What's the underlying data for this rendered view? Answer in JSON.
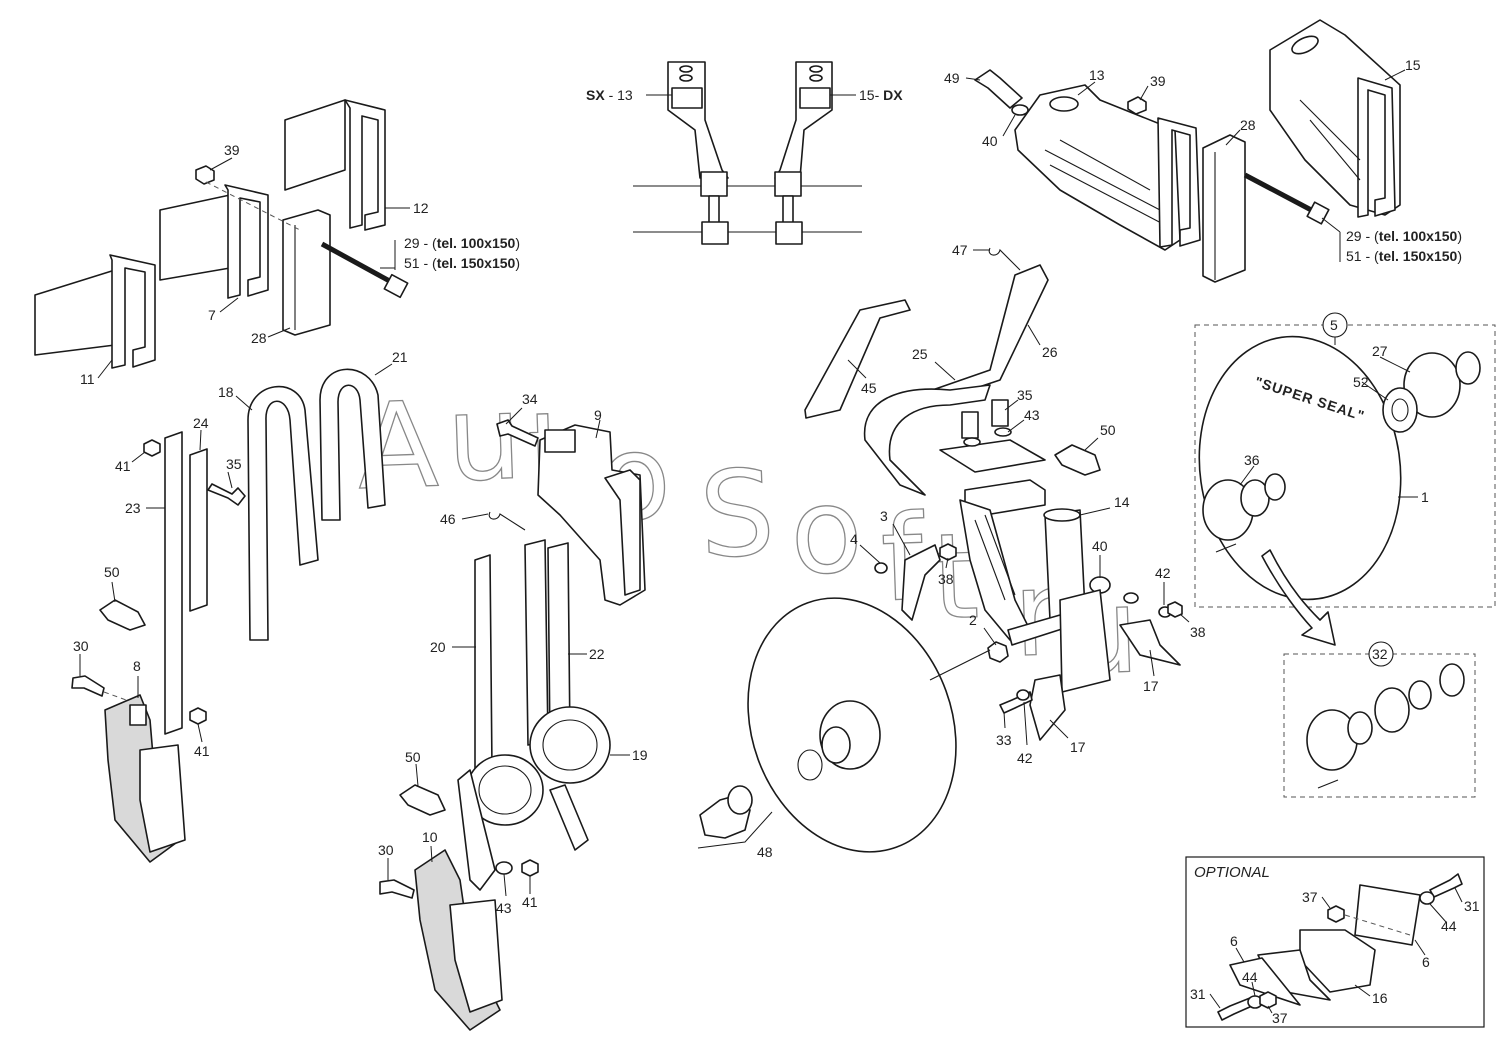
{
  "watermark": "AutoSoft.ru",
  "headers": {
    "left_side": {
      "code": "SX",
      "part": "13",
      "sep": " - "
    },
    "right_side": {
      "part": "15",
      "code": "DX",
      "sep": "- "
    }
  },
  "spec_lines": {
    "left": [
      {
        "prefix": "29 - (",
        "bold": "tel. 100x150",
        "suffix": ")"
      },
      {
        "prefix": "51 - (",
        "bold": "tel. 150x150",
        "suffix": ")"
      }
    ],
    "right": [
      {
        "prefix": "29 - (",
        "bold": "tel. 100x150",
        "suffix": ")"
      },
      {
        "prefix": "51 - (",
        "bold": "tel. 150x150",
        "suffix": ")"
      }
    ]
  },
  "disc_text": "\"SUPER SEAL\"",
  "optional_box": {
    "title": "OPTIONAL"
  },
  "callouts": [
    {
      "id": "c39a",
      "label": "39"
    },
    {
      "id": "c12",
      "label": "12"
    },
    {
      "id": "c7",
      "label": "7"
    },
    {
      "id": "c28a",
      "label": "28"
    },
    {
      "id": "c11",
      "label": "11"
    },
    {
      "id": "c13b",
      "label": "13"
    },
    {
      "id": "c49",
      "label": "49"
    },
    {
      "id": "c39b",
      "label": "39"
    },
    {
      "id": "c40a",
      "label": "40"
    },
    {
      "id": "c28b",
      "label": "28"
    },
    {
      "id": "c15b",
      "label": "15"
    },
    {
      "id": "c21",
      "label": "21"
    },
    {
      "id": "c18",
      "label": "18"
    },
    {
      "id": "c24",
      "label": "24"
    },
    {
      "id": "c41a",
      "label": "41"
    },
    {
      "id": "c35a",
      "label": "35"
    },
    {
      "id": "c23",
      "label": "23"
    },
    {
      "id": "c50a",
      "label": "50"
    },
    {
      "id": "c30a",
      "label": "30"
    },
    {
      "id": "c8",
      "label": "8"
    },
    {
      "id": "c41b",
      "label": "41"
    },
    {
      "id": "c34",
      "label": "34"
    },
    {
      "id": "c9",
      "label": "9"
    },
    {
      "id": "c46",
      "label": "46"
    },
    {
      "id": "c20",
      "label": "20"
    },
    {
      "id": "c22",
      "label": "22"
    },
    {
      "id": "c19",
      "label": "19"
    },
    {
      "id": "c50b",
      "label": "50"
    },
    {
      "id": "c30b",
      "label": "30"
    },
    {
      "id": "c10",
      "label": "10"
    },
    {
      "id": "c43a",
      "label": "43"
    },
    {
      "id": "c41c",
      "label": "41"
    },
    {
      "id": "c47",
      "label": "47"
    },
    {
      "id": "c25",
      "label": "25"
    },
    {
      "id": "c26",
      "label": "26"
    },
    {
      "id": "c45",
      "label": "45"
    },
    {
      "id": "c35b",
      "label": "35"
    },
    {
      "id": "c43b",
      "label": "43"
    },
    {
      "id": "c50c",
      "label": "50"
    },
    {
      "id": "c14",
      "label": "14"
    },
    {
      "id": "c3",
      "label": "3"
    },
    {
      "id": "c4",
      "label": "4"
    },
    {
      "id": "c38a",
      "label": "38"
    },
    {
      "id": "c40b",
      "label": "40"
    },
    {
      "id": "c42a",
      "label": "42"
    },
    {
      "id": "c38b",
      "label": "38"
    },
    {
      "id": "c2",
      "label": "2"
    },
    {
      "id": "c17a",
      "label": "17"
    },
    {
      "id": "c33",
      "label": "33"
    },
    {
      "id": "c42b",
      "label": "42"
    },
    {
      "id": "c17b",
      "label": "17"
    },
    {
      "id": "c48",
      "label": "48"
    },
    {
      "id": "c5",
      "label": "5"
    },
    {
      "id": "c27",
      "label": "27"
    },
    {
      "id": "c52",
      "label": "52"
    },
    {
      "id": "c36",
      "label": "36"
    },
    {
      "id": "c1",
      "label": "1"
    },
    {
      "id": "c32",
      "label": "32"
    },
    {
      "id": "c37a",
      "label": "37"
    },
    {
      "id": "c31a",
      "label": "31"
    },
    {
      "id": "c6a",
      "label": "6"
    },
    {
      "id": "c44a",
      "label": "44"
    },
    {
      "id": "c6b",
      "label": "6"
    },
    {
      "id": "c16",
      "label": "16"
    },
    {
      "id": "c31b",
      "label": "31"
    },
    {
      "id": "c44b",
      "label": "44"
    },
    {
      "id": "c37b",
      "label": "37"
    }
  ]
}
